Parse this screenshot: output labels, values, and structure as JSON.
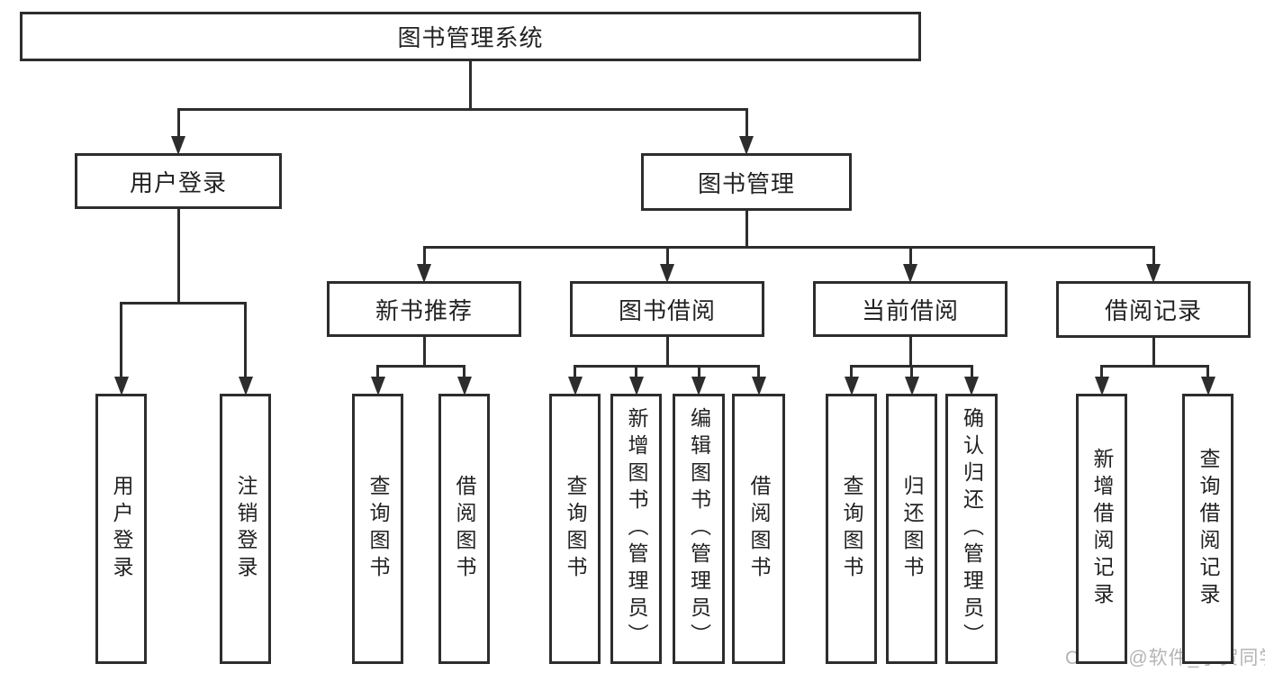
{
  "diagram": {
    "title": "图书管理系统",
    "colors": {
      "line": "#2d2d2d",
      "text": "#222222",
      "box_background": "#ffffff",
      "watermark": "#b4b4b4"
    },
    "nodes": [
      {
        "id": "root",
        "label": "图书管理系统",
        "shape": "hbox"
      },
      {
        "id": "login",
        "label": "用户登录",
        "shape": "hbox"
      },
      {
        "id": "mgmt",
        "label": "图书管理",
        "shape": "hbox"
      },
      {
        "id": "rec",
        "label": "新书推荐",
        "shape": "hbox"
      },
      {
        "id": "borrow",
        "label": "图书借阅",
        "shape": "hbox"
      },
      {
        "id": "current",
        "label": "当前借阅",
        "shape": "hbox"
      },
      {
        "id": "history",
        "label": "借阅记录",
        "shape": "hbox"
      },
      {
        "id": "login_login",
        "label": "用户登录",
        "shape": "vbox"
      },
      {
        "id": "login_logout",
        "label": "注销登录",
        "shape": "vbox"
      },
      {
        "id": "rec_query",
        "label": "查询图书",
        "shape": "vbox"
      },
      {
        "id": "rec_borrow",
        "label": "借阅图书",
        "shape": "vbox"
      },
      {
        "id": "borrow_query",
        "label": "查询图书",
        "shape": "vbox"
      },
      {
        "id": "borrow_add",
        "label": "新增图书（管理员）",
        "shape": "vbox"
      },
      {
        "id": "borrow_edit",
        "label": "编辑图书（管理员）",
        "shape": "vbox"
      },
      {
        "id": "borrow_borrow",
        "label": "借阅图书",
        "shape": "vbox"
      },
      {
        "id": "cur_query",
        "label": "查询图书",
        "shape": "vbox"
      },
      {
        "id": "cur_return",
        "label": "归还图书",
        "shape": "vbox"
      },
      {
        "id": "cur_confirm",
        "label": "确认归还（管理员）",
        "shape": "vbox"
      },
      {
        "id": "hist_add",
        "label": "新增借阅记录",
        "shape": "vbox"
      },
      {
        "id": "hist_query",
        "label": "查询借阅记录",
        "shape": "vbox"
      }
    ],
    "edges": [
      {
        "parent": "root",
        "children": [
          "login",
          "mgmt"
        ]
      },
      {
        "parent": "login",
        "children": [
          "login_login",
          "login_logout"
        ]
      },
      {
        "parent": "mgmt",
        "children": [
          "rec",
          "borrow",
          "current",
          "history"
        ]
      },
      {
        "parent": "rec",
        "children": [
          "rec_query",
          "rec_borrow"
        ]
      },
      {
        "parent": "borrow",
        "children": [
          "borrow_query",
          "borrow_add",
          "borrow_edit",
          "borrow_borrow"
        ]
      },
      {
        "parent": "current",
        "children": [
          "cur_query",
          "cur_return",
          "cur_confirm"
        ]
      },
      {
        "parent": "history",
        "children": [
          "hist_add",
          "hist_query"
        ]
      }
    ]
  },
  "watermark": {
    "text": "CSDN @软件_小贺同学"
  }
}
